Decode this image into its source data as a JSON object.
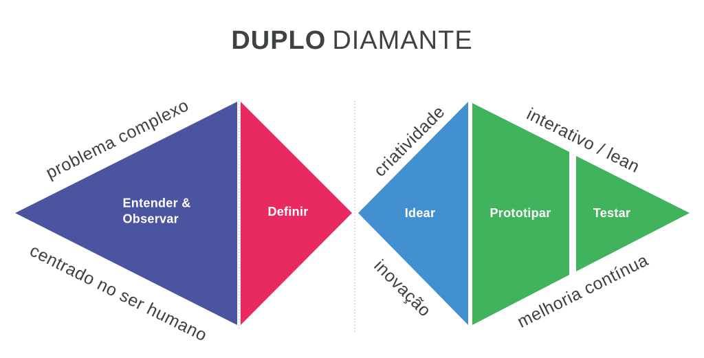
{
  "title": {
    "primary": "DUPLO",
    "secondary": "DIAMANTE"
  },
  "annotations": {
    "problema_complexo": "problema complexo",
    "centrado_no_ser_humano": "centrado no ser humano",
    "criatividade": "criatividade",
    "inovacao": "inovação",
    "interativo_lean": "interativo / lean",
    "melhoria_continua": "melhoria contínua"
  },
  "stages": {
    "entender_observar": {
      "line1": "Entender &",
      "line2": "Observar",
      "color": "#4b54a0"
    },
    "definir": {
      "label": "Definir",
      "color": "#e82a60"
    },
    "idear": {
      "label": "Idear",
      "color": "#4390d0"
    },
    "prototipar": {
      "label": "Prototipar",
      "color": "#41b35d"
    },
    "testar": {
      "label": "Testar",
      "color": "#41b35d"
    }
  },
  "colors": {
    "title_text": "#3f4245",
    "annotation_text": "#3c4043",
    "stage_text": "#ffffff",
    "divider_dots": "#adb3bc"
  }
}
